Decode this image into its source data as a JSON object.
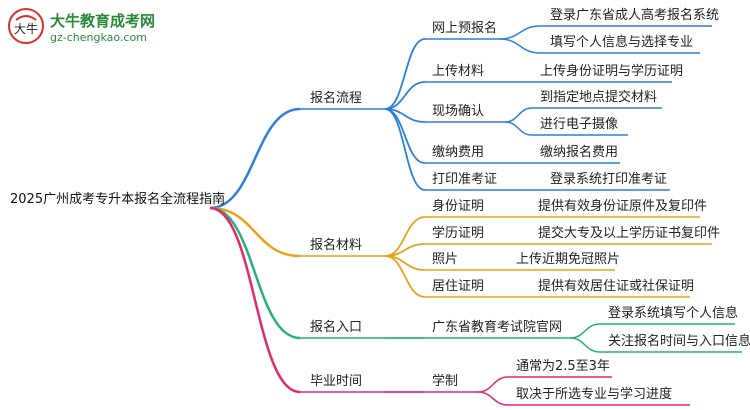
{
  "logo": {
    "title": "大牛教育成考网",
    "url": "gz-chengkao.com",
    "mark": "大牛"
  },
  "colors": {
    "blue": "#2e7fd6",
    "orange": "#e6a21a",
    "green": "#27b07a",
    "pink": "#e0286e",
    "logo_red": "#d9302a",
    "logo_green": "#2a8a3a"
  },
  "root": "2025广州成考专升本报名全流程指南",
  "branches": [
    {
      "label": "报名流程",
      "color": "blue",
      "children": [
        {
          "label": "网上预报名",
          "children": [
            "登录广东省成人高考报名系统",
            "填写个人信息与选择专业"
          ]
        },
        {
          "label": "上传材料",
          "children": [
            "上传身份证明与学历证明"
          ]
        },
        {
          "label": "现场确认",
          "children": [
            "到指定地点提交材料",
            "进行电子摄像"
          ]
        },
        {
          "label": "缴纳费用",
          "children": [
            "缴纳报名费用"
          ]
        },
        {
          "label": "打印准考证",
          "children": [
            "登录系统打印准考证"
          ]
        }
      ]
    },
    {
      "label": "报名材料",
      "color": "orange",
      "children": [
        {
          "label": "身份证明",
          "children": [
            "提供有效身份证原件及复印件"
          ]
        },
        {
          "label": "学历证明",
          "children": [
            "提交大专及以上学历证书复印件"
          ]
        },
        {
          "label": "照片",
          "children": [
            "上传近期免冠照片"
          ]
        },
        {
          "label": "居住证明",
          "children": [
            "提供有效居住证或社保证明"
          ]
        }
      ]
    },
    {
      "label": "报名入口",
      "color": "green",
      "children": [
        {
          "label": "广东省教育考试院官网",
          "children": [
            "登录系统填写个人信息",
            "关注报名时间与入口信息"
          ]
        }
      ]
    },
    {
      "label": "毕业时间",
      "color": "pink",
      "children": [
        {
          "label": "学制",
          "children": [
            "通常为2.5至3年",
            "取决于所选专业与学习进度"
          ]
        }
      ]
    }
  ]
}
